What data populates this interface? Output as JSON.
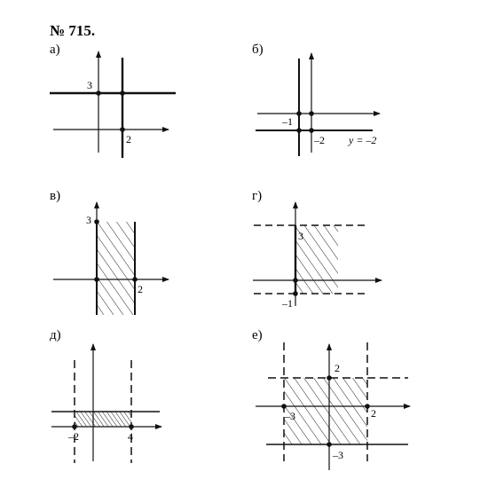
{
  "title": "№ 715.",
  "panels": [
    {
      "label": "а)",
      "ticks": [
        "3",
        "2"
      ]
    },
    {
      "label": "б)",
      "ticks": [
        "–1",
        "–2"
      ],
      "equation": "y = –2"
    },
    {
      "label": "в)",
      "ticks": [
        "3",
        "2"
      ]
    },
    {
      "label": "г)",
      "ticks": [
        "3",
        "–1"
      ]
    },
    {
      "label": "д)",
      "ticks": [
        "–2",
        "4"
      ]
    },
    {
      "label": "е)",
      "ticks": [
        "2",
        "–3",
        "2",
        "–3"
      ]
    }
  ]
}
